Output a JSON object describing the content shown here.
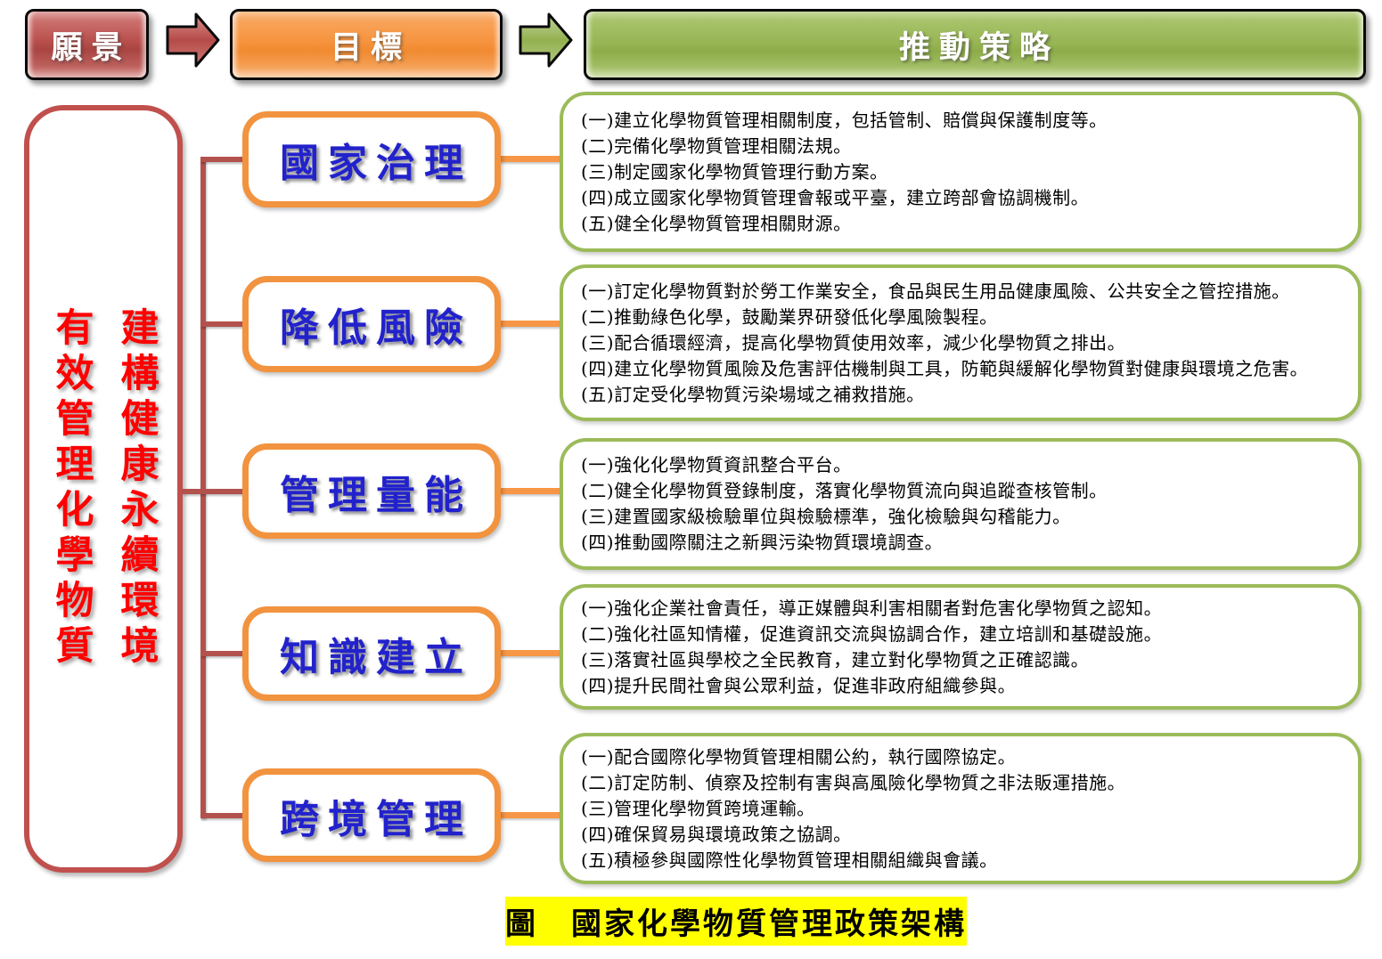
{
  "header": {
    "vision_label": "願景",
    "goal_label": "目標",
    "strategy_label": "推動策略"
  },
  "vision": {
    "column_right": "建構健康永續環境",
    "column_left": "有效管理化學物質"
  },
  "goals": [
    {
      "label": "國家治理",
      "strategies": [
        "(一)建立化學物質管理相關制度，包括管制、賠償與保護制度等。",
        "(二)完備化學物質管理相關法規。",
        "(三)制定國家化學物質管理行動方案。",
        "(四)成立國家化學物質管理會報或平臺，建立跨部會協調機制。",
        "(五)健全化學物質管理相關財源。"
      ]
    },
    {
      "label": "降低風險",
      "strategies": [
        "(一)訂定化學物質對於勞工作業安全，食品與民生用品健康風險、公共安全之管控措施。",
        "(二)推動綠色化學，鼓勵業界研發低化學風險製程。",
        "(三)配合循環經濟，提高化學物質使用效率，減少化學物質之排出。",
        "(四)建立化學物質風險及危害評估機制與工具，防範與緩解化學物質對健康與環境之危害。",
        "(五)訂定受化學物質污染場域之補救措施。"
      ]
    },
    {
      "label": "管理量能",
      "strategies": [
        "(一)強化化學物質資訊整合平台。",
        "(二)健全化學物質登錄制度，落實化學物質流向與追蹤查核管制。",
        "(三)建置國家級檢驗單位與檢驗標準，強化檢驗與勾稽能力。",
        "(四)推動國際關注之新興污染物質環境調查。"
      ]
    },
    {
      "label": "知識建立",
      "strategies": [
        "(一)強化企業社會責任，導正媒體與利害相關者對危害化學物質之認知。",
        "(二)強化社區知情權，促進資訊交流與協調合作，建立培訓和基礎設施。",
        "(三)落實社區與學校之全民教育，建立對化學物質之正確認識。",
        "(四)提升民間社會與公眾利益，促進非政府組織參與。"
      ]
    },
    {
      "label": "跨境管理",
      "strategies": [
        "(一)配合國際化學物質管理相關公約，執行國際協定。",
        "(二)訂定防制、偵察及控制有害與高風險化學物質之非法販運措施。",
        "(三)管理化學物質跨境運輸。",
        "(四)確保貿易與環境政策之協調。",
        "(五)積極參與國際性化學物質管理相關組織與會議。"
      ]
    }
  ],
  "caption": "圖　國家化學物質管理政策架構",
  "colors": {
    "maroon": "#C0504D",
    "orange": "#F79646",
    "green": "#9BBB59",
    "goal_text_blue": "#2222CC",
    "vision_text_red": "#FF0000",
    "caption_bg": "#FFFF00"
  }
}
